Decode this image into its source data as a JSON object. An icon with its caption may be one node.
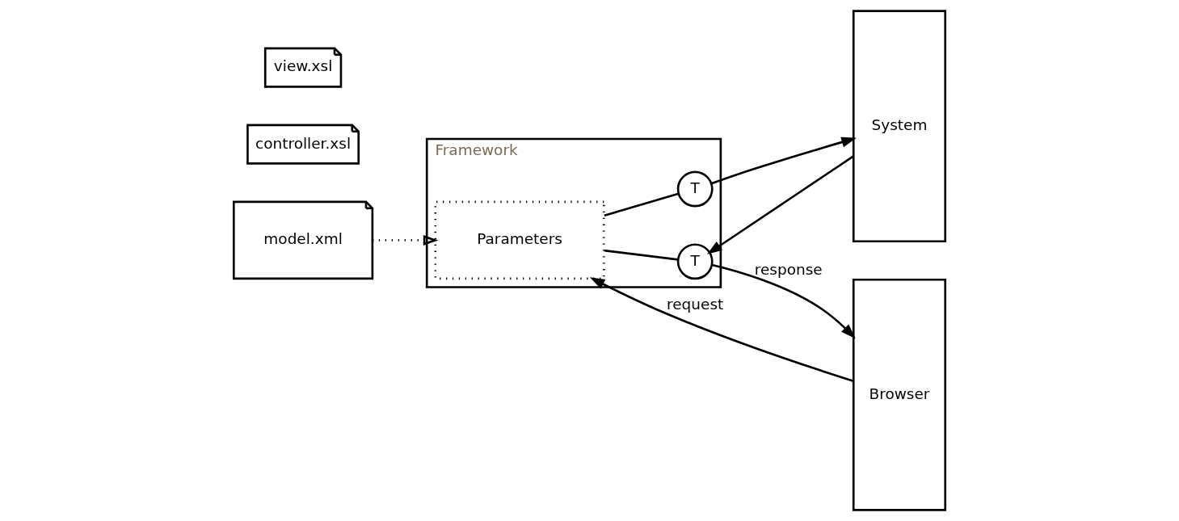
{
  "diagram": {
    "nodes": [
      {
        "text": [
          "Browser"
        ]
      },
      {
        "text": [
          "Framework"
        ]
      },
      {
        "text": [
          "controller.xsl"
        ]
      },
      {
        "text": [
          "System"
        ]
      },
      {
        "text": [
          "Parameters"
        ],
        "in": 1
      },
      {
        "text": [
          "T"
        ],
        "in": 1
      },
      {
        "text": [
          "model.xml"
        ]
      },
      {
        "text": [
          "T"
        ],
        "in": 1
      },
      {
        "text": [
          "view.xsl"
        ]
      }
    ],
    "edges": [
      {
        "from": 0,
        "to": 4,
        "arrow": "to",
        "label": "request"
      },
      {
        "from": 4,
        "to": 5,
        "arrow": "none"
      },
      {
        "from": 5,
        "to": 3,
        "arrow": "to"
      },
      {
        "from": 6,
        "to": 4,
        "arrow": "to",
        "style": "dashed"
      },
      {
        "from": 4,
        "to": 7,
        "arrow": "none"
      },
      {
        "from": 3,
        "to": 7,
        "arrow": "to"
      },
      {
        "from": 7,
        "to": 0,
        "arrow": "to",
        "label": "response"
      }
    ]
  }
}
